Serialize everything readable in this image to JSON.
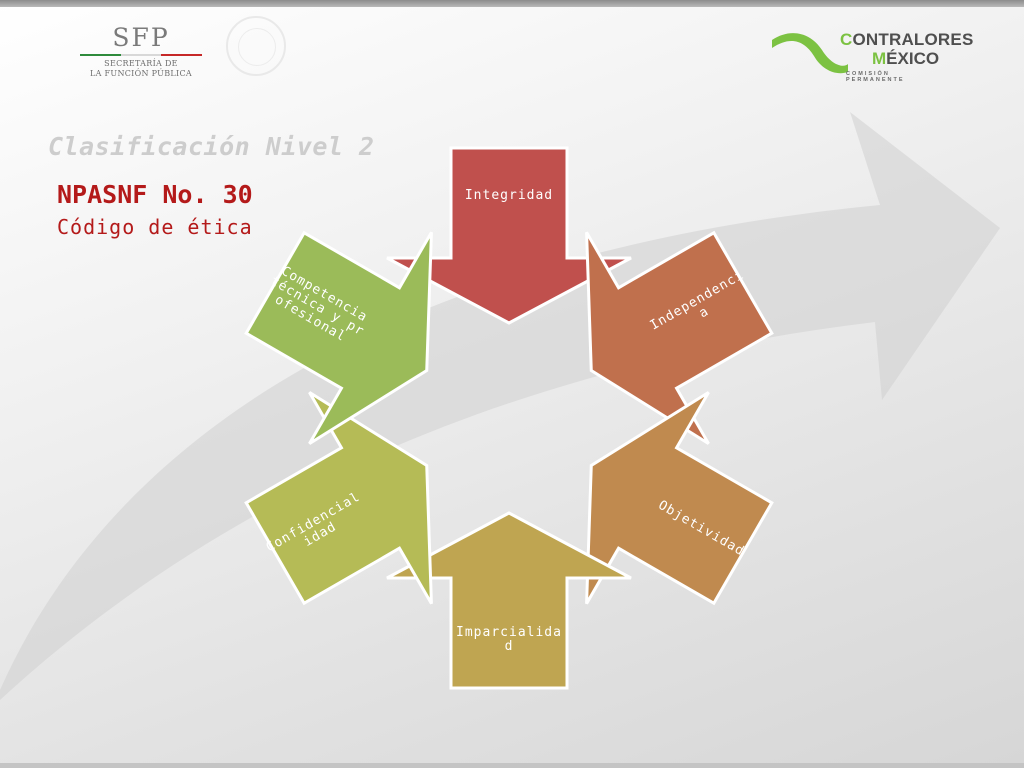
{
  "header": {
    "sfp_logo": {
      "mark": "SFP",
      "line1": "SECRETARÍA DE",
      "line2": "LA FUNCIÓN PÚBLICA",
      "stripe_colors": [
        "#2e8b3c",
        "#d8d8d8",
        "#c62828"
      ]
    },
    "contralores_logo": {
      "line1_initial": "C",
      "line1_rest": "ONTRALORES",
      "line2_initial": "M",
      "line2_rest": "ÉXICO",
      "line3": "COMISIÓN PERMANENTE",
      "accent_color": "#7cc242"
    }
  },
  "slide": {
    "title_level": "Clasificación Nivel 2",
    "title_norm": "NPASNF No. 30",
    "subtitle": "Código de ética"
  },
  "diagram": {
    "items": [
      {
        "id": "integridad",
        "label": "Integridad",
        "color": "#c0504d"
      },
      {
        "id": "independencia",
        "label": "Independencia",
        "color": "#c0704d"
      },
      {
        "id": "objetividad",
        "label": "Objetividad",
        "color": "#c08a4f"
      },
      {
        "id": "imparcialidad",
        "label": "Imparcialidad",
        "color": "#bfa551"
      },
      {
        "id": "confidencialidad",
        "label": "Confidencialidad",
        "color": "#b5bb56"
      },
      {
        "id": "competencia",
        "label": "Competencia técnica y profesional",
        "color": "#9bbb59"
      }
    ]
  }
}
